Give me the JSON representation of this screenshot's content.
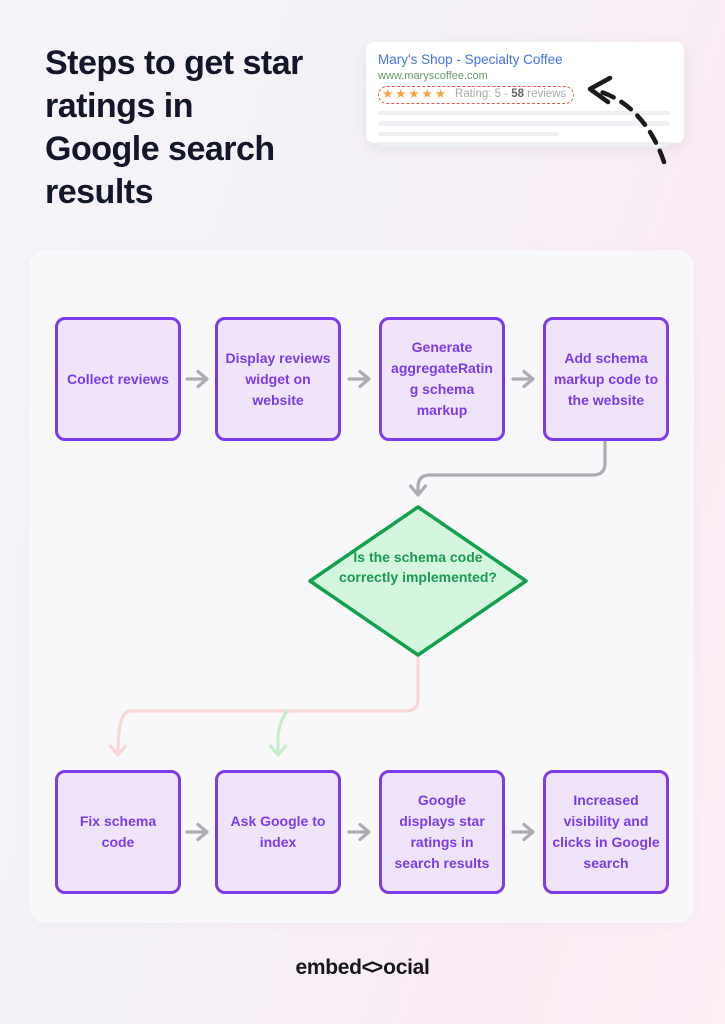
{
  "page": {
    "title": "Steps to get star ratings in Google search results"
  },
  "search_result_card": {
    "link_title": "Mary's Shop - Specialty Coffee",
    "url": "www.maryscoffee.com",
    "stars": "★★★★★",
    "rating_prefix": "Rating: 5 - ",
    "rating_count": "58",
    "rating_suffix": " reviews"
  },
  "flowchart": {
    "top_row": [
      "Collect reviews",
      "Display reviews widget on website",
      "Generate aggregateRating schema markup",
      "Add schema markup code to the website"
    ],
    "decision": "Is the schema code correctly implemented?",
    "bottom_row": [
      "Fix schema code",
      "Ask Google to index",
      "Google displays star ratings in search results",
      "Increased visibility and clicks in Google search"
    ]
  },
  "footer": {
    "logo_prefix": "embed",
    "logo_glyph": "<>",
    "logo_suffix": "ocial"
  },
  "colors": {
    "box_border": "#7d3bed",
    "box_fill": "#f0e4fb",
    "box_text": "#7c3bec",
    "diamond_border": "#12a14e",
    "diamond_fill": "#d4f6de",
    "diamond_text": "#1a9b52",
    "connector_gray": "#aeabb2",
    "connector_no_pink": "#f8d8d6",
    "connector_yes_green": "#c9edcb",
    "link_blue": "#4273e9",
    "url_green": "#679a68",
    "star_orange": "#f9a33b",
    "badge_dashed_red": "#e8564c",
    "title_navy": "#141729",
    "page_pink": "#fdeff6"
  }
}
